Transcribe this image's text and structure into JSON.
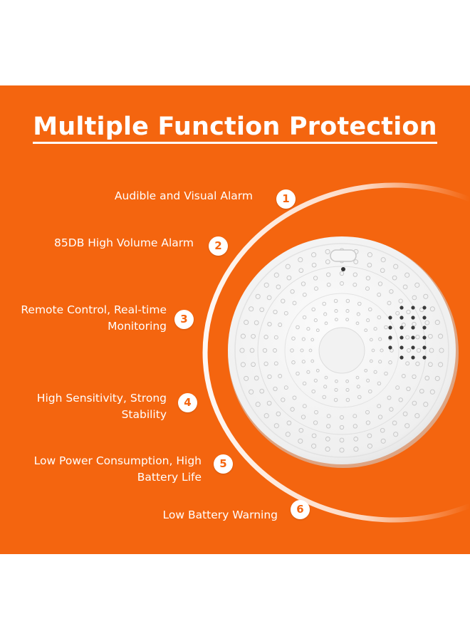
{
  "title": "Multiple Function Protection",
  "colors": {
    "background": "#f4650f",
    "text": "#ffffff",
    "device": "#f2f2f2"
  },
  "features": [
    {
      "number": "1",
      "lines": [
        "Audible and Visual Alarm"
      ]
    },
    {
      "number": "2",
      "lines": [
        "85DB High Volume Alarm"
      ]
    },
    {
      "number": "3",
      "lines": [
        "Remote Control, Real-time",
        "Monitoring"
      ]
    },
    {
      "number": "4",
      "lines": [
        "High Sensitivity, Strong",
        "Stability"
      ]
    },
    {
      "number": "5",
      "lines": [
        "Low Power Consumption, High",
        "Battery Life"
      ]
    },
    {
      "number": "6",
      "lines": [
        "Low Battery Warning"
      ]
    }
  ],
  "device": {
    "name": "smoke-detector"
  }
}
